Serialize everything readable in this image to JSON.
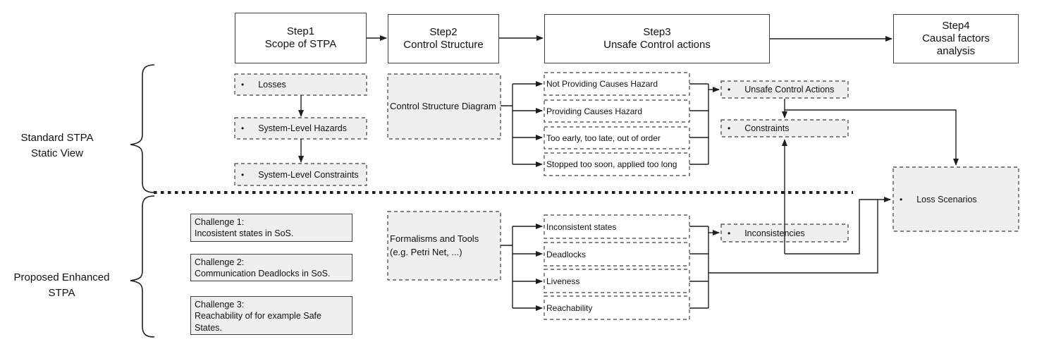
{
  "colors": {
    "box_fill_gray": "#efefef",
    "box_fill_white": "#ffffff",
    "box_border": "#3f3f3f",
    "line_color": "#1f1f1f",
    "background": "#ffffff",
    "text_color": "#111111"
  },
  "bullet_char": "•",
  "process_steps": [
    {
      "line1": "Step1",
      "line2": "Scope of STPA",
      "line3": ""
    },
    {
      "line1": "Step2",
      "line2": "Control Structure",
      "line3": ""
    },
    {
      "line1": "Step3",
      "line2": "Unsafe Control actions",
      "line3": ""
    },
    {
      "line1": "Step4",
      "line2": "Causal factors",
      "line3": "analysis"
    }
  ],
  "section_labels": {
    "standard": {
      "line1": "Standard STPA",
      "line2": "Static View"
    },
    "enhanced": {
      "line1": "Proposed Enhanced",
      "line2": "STPA"
    }
  },
  "standard_section": {
    "artifacts": [
      "Losses",
      "System-Level Hazards",
      "System-Level Constraints"
    ],
    "control_structure_diagram": "Control Structure Diagram",
    "uca_guidewords": [
      "Not Providing Causes Hazard",
      "Providing Causes Hazard",
      "Too early, too late, out of order",
      "Stopped too soon, applied too long"
    ],
    "unsafe_control_actions": "Unsafe Control Actions",
    "constraints": "Constraints"
  },
  "enhanced_section": {
    "challenges": [
      {
        "line1": "Challenge 1:",
        "line2": "Incosistent states in SoS."
      },
      {
        "line1": "Challenge 2:",
        "line2": "Communication Deadlocks in SoS."
      },
      {
        "line1": "Challenge 3:",
        "line2": "Reachability of for example Safe States."
      }
    ],
    "formalisms_tools": {
      "line1": "Formalisms and Tools",
      "line2": "(e.g. Petri Net, ...)"
    },
    "analysis_properties": [
      "Inconsistent states",
      "Deadlocks",
      "Liveness",
      "Reachability"
    ],
    "inconsistencies": "Inconsistencies"
  },
  "loss_scenarios": "Loss Scenarios"
}
